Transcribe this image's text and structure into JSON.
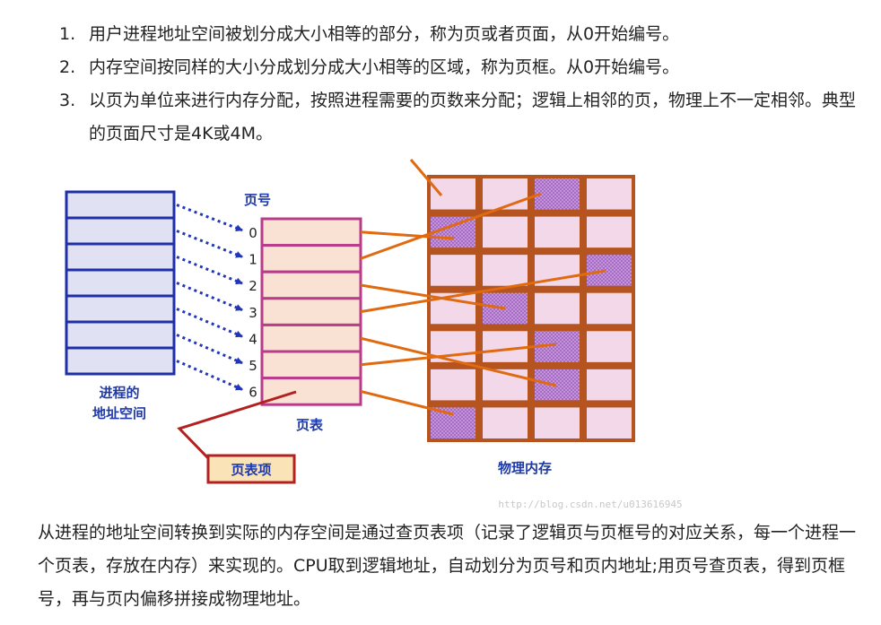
{
  "list": [
    {
      "num": "1.",
      "text": "用户进程地址空间被划分成大小相等的部分，称为页或者页面，从0开始编号。"
    },
    {
      "num": "2.",
      "text": "内存空间按同样的大小分成划分成大小相等的区域，称为页框。从0开始编号。"
    },
    {
      "num": "3.",
      "text": "以页为单位来进行内存分配，按照进程需要的页数来分配；逻辑上相邻的页，物理上不一定相邻。典型的页面尺寸是4K或4M。"
    }
  ],
  "diagram": {
    "address_space_label_1": "进程的",
    "address_space_label_2": "地址空间",
    "page_number_title": "页号",
    "page_numbers": [
      "0",
      "1",
      "2",
      "3",
      "4",
      "5",
      "6"
    ],
    "page_table_label": "页表",
    "page_table_entry_label": "页表项",
    "physical_memory_label": "物理内存",
    "watermark": "http://blog.csdn.net/u013616945",
    "colors": {
      "address_fill": "#e0e2f4",
      "address_border": "#1f2fa8",
      "table_fill": "#f9e1d3",
      "table_border": "#b83c8a",
      "memory_grid": "#b5541f",
      "memory_cell": "#f3d8e9",
      "memory_used": "#a56bc5",
      "arrow_orange": "#e06a10",
      "arrow_blue": "#2236b8",
      "entry_label_border": "#b32020",
      "label_blue": "#1f3aa8"
    }
  },
  "paragraph": "从进程的地址空间转换到实际的内存空间是通过查页表项（记录了逻辑页与页框号的对应关系，每一个进程一个页表，存放在内存）来实现的。CPU取到逻辑地址，自动划分为页号和页内地址;用页号查页表，得到页框号，再与页内偏移拼接成物理地址。"
}
